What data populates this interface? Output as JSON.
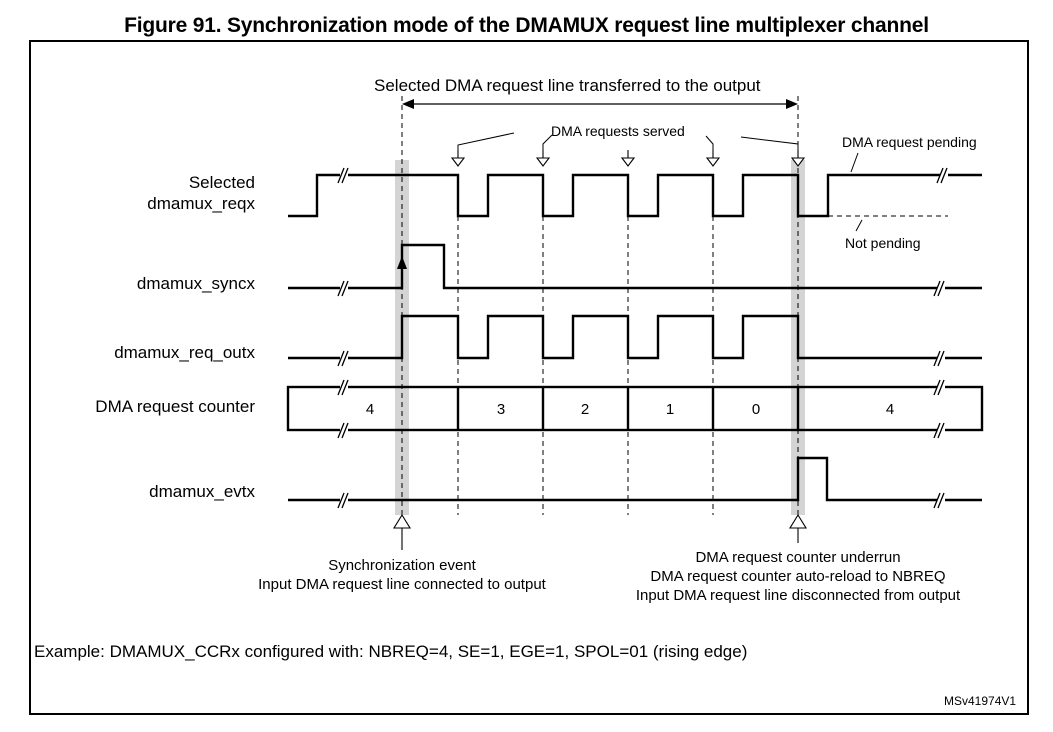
{
  "figure": {
    "title": "Figure 91. Synchronization mode of the DMAMUX request line multiplexer channel",
    "id_code": "MSv41974V1"
  },
  "signals": {
    "reqx_line1": "Selected",
    "reqx_line2": "dmamux_reqx",
    "syncx": "dmamux_syncx",
    "req_outx": "dmamux_req_outx",
    "counter": "DMA request counter",
    "evtx": "dmamux_evtx"
  },
  "annotations": {
    "transfer_span": "Selected DMA request line transferred to the output",
    "requests_served": "DMA requests served",
    "request_pending": "DMA request pending",
    "not_pending": "Not pending"
  },
  "counter_values": [
    "4",
    "3",
    "2",
    "1",
    "0",
    "4"
  ],
  "events": {
    "sync_event": [
      "Synchronization event",
      "Input DMA request line connected to output"
    ],
    "underrun_event": [
      "DMA request counter underrun",
      "DMA request counter auto-reload to NBREQ",
      "Input DMA request line disconnected from output"
    ]
  },
  "example": "Example: DMAMUX_CCRx configured with: NBREQ=4, SE=1, EGE=1, SPOL=01 (rising edge)",
  "colors": {
    "line": "#000000",
    "highlight_bar": "#d4d4d4"
  }
}
